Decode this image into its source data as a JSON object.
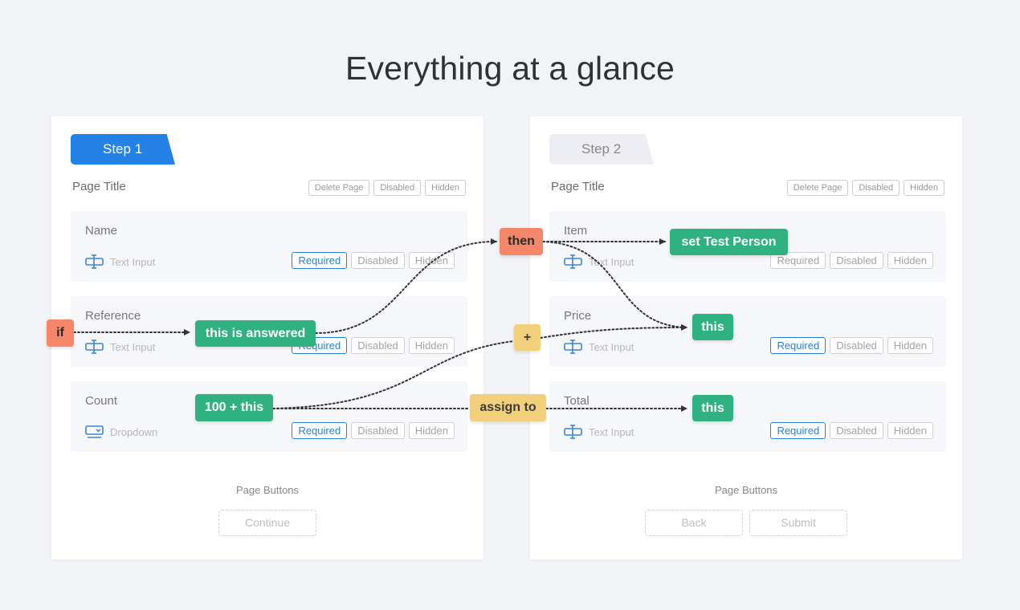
{
  "page": {
    "heading": "Everything at a glance"
  },
  "colors": {
    "accent_blue": "#2481e6",
    "logic_green": "#2fb27f",
    "logic_red": "#f4866a",
    "logic_yellow": "#f2cf7a"
  },
  "page_actions": {
    "delete": "Delete Page",
    "disabled": "Disabled",
    "hidden": "Hidden"
  },
  "flags": {
    "required": "Required",
    "disabled": "Disabled",
    "hidden": "Hidden"
  },
  "step1": {
    "tab": "Step 1",
    "page_title": "Page Title",
    "fields": [
      {
        "label": "Name",
        "type": "Text Input",
        "icon": "text-input-icon"
      },
      {
        "label": "Reference",
        "type": "Text Input",
        "icon": "text-input-icon"
      },
      {
        "label": "Count",
        "type": "Dropdown",
        "icon": "dropdown-icon"
      }
    ],
    "buttons_label": "Page Buttons",
    "continue": "Continue"
  },
  "step2": {
    "tab": "Step 2",
    "page_title": "Page Title",
    "fields": [
      {
        "label": "Item",
        "type": "Text Input",
        "icon": "text-input-icon"
      },
      {
        "label": "Price",
        "type": "Text Input",
        "icon": "text-input-icon"
      },
      {
        "label": "Total",
        "type": "Text Input",
        "icon": "text-input-icon"
      }
    ],
    "buttons_label": "Page Buttons",
    "back": "Back",
    "submit": "Submit"
  },
  "logic": {
    "if": "if",
    "this_is_answered": "this is answered",
    "then": "then",
    "set_test_person": "set Test Person",
    "plus": "+",
    "this_price": "this",
    "hundred_plus_this": "100 + this",
    "assign_to": "assign to",
    "this_total": "this"
  }
}
